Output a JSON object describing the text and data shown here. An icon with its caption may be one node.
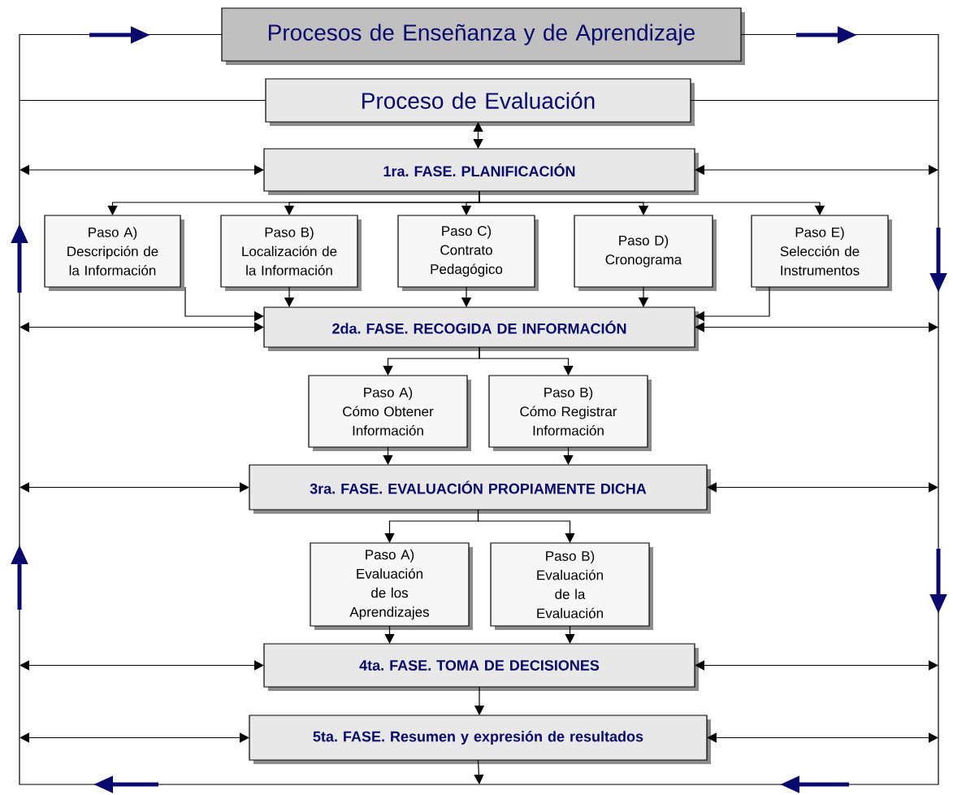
{
  "diagram": {
    "nodes": [
      {
        "text": [
          "Procesos de Enseñanza y de Aprendizaje"
        ]
      },
      {
        "text": [
          "Proceso de Evaluación"
        ]
      },
      {
        "text": [
          "1ra. FASE. PLANIFICACIÓN"
        ]
      },
      {
        "text": [
          "Paso A)",
          "Descripción de la Información"
        ]
      },
      {
        "text": [
          "Paso B)",
          "Localización de la Información"
        ]
      },
      {
        "text": [
          "Paso C)",
          "Contrato Pedagógico"
        ]
      },
      {
        "text": [
          "Paso D)",
          "Cronograma"
        ]
      },
      {
        "text": [
          "Paso E)",
          "Selección de Instrumentos"
        ]
      },
      {
        "text": [
          "2da. FASE. RECOGIDA DE INFORMACIÓN"
        ]
      },
      {
        "text": [
          "Paso A)",
          "Cómo Obtener Información"
        ]
      },
      {
        "text": [
          "Paso B)",
          "Cómo Registrar Información"
        ]
      },
      {
        "text": [
          "3ra. FASE. EVALUACIÓN PROPIAMENTE DICHA"
        ]
      },
      {
        "text": [
          "Paso A)",
          "Evaluación de los Aprendizajes"
        ]
      },
      {
        "text": [
          "Paso B)",
          "Evaluación de la Evaluación"
        ]
      },
      {
        "text": [
          "4ta. FASE. TOMA DE DECISIONES"
        ]
      },
      {
        "text": [
          "5ta. FASE. Resumen y expresión de resultados"
        ]
      }
    ],
    "edges": [
      {
        "from": 0,
        "to": null,
        "arrow": "none"
      },
      {
        "from": 15,
        "to": null,
        "arrow": "to"
      },
      {
        "from": null,
        "to": 0,
        "arrow": "none"
      },
      {
        "from": 1,
        "to": null,
        "arrow": "none"
      },
      {
        "from": 1,
        "to": null,
        "arrow": "none"
      },
      {
        "from": 1,
        "to": 2,
        "arrow": "both"
      },
      {
        "from": null,
        "to": 2,
        "arrow": "both"
      },
      {
        "from": null,
        "to": 2,
        "arrow": "both"
      },
      {
        "from": null,
        "to": 8,
        "arrow": "both"
      },
      {
        "from": null,
        "to": 8,
        "arrow": "both"
      },
      {
        "from": null,
        "to": 11,
        "arrow": "both"
      },
      {
        "from": null,
        "to": 11,
        "arrow": "both"
      },
      {
        "from": null,
        "to": 14,
        "arrow": "both"
      },
      {
        "from": null,
        "to": 14,
        "arrow": "both"
      },
      {
        "from": null,
        "to": 15,
        "arrow": "both"
      },
      {
        "from": null,
        "to": 15,
        "arrow": "both"
      },
      {
        "from": 2,
        "to": 3,
        "arrow": "to"
      },
      {
        "from": 2,
        "to": 4,
        "arrow": "to"
      },
      {
        "from": 2,
        "to": 5,
        "arrow": "to"
      },
      {
        "from": 2,
        "to": 6,
        "arrow": "to"
      },
      {
        "from": 2,
        "to": 7,
        "arrow": "to"
      },
      {
        "from": 3,
        "to": 8,
        "arrow": "to"
      },
      {
        "from": 4,
        "to": 8,
        "arrow": "to"
      },
      {
        "from": 5,
        "to": 8,
        "arrow": "to"
      },
      {
        "from": 6,
        "to": 8,
        "arrow": "to"
      },
      {
        "from": 7,
        "to": 8,
        "arrow": "to"
      },
      {
        "from": 8,
        "to": 9,
        "arrow": "to"
      },
      {
        "from": 8,
        "to": 10,
        "arrow": "to"
      },
      {
        "from": 9,
        "to": 11,
        "arrow": "to"
      },
      {
        "from": 10,
        "to": 11,
        "arrow": "to"
      },
      {
        "from": 11,
        "to": 12,
        "arrow": "to"
      },
      {
        "from": 11,
        "to": 13,
        "arrow": "to"
      },
      {
        "from": 12,
        "to": 14,
        "arrow": "to"
      },
      {
        "from": 13,
        "to": 14,
        "arrow": "to"
      },
      {
        "from": 14,
        "to": 15,
        "arrow": "to"
      }
    ]
  }
}
